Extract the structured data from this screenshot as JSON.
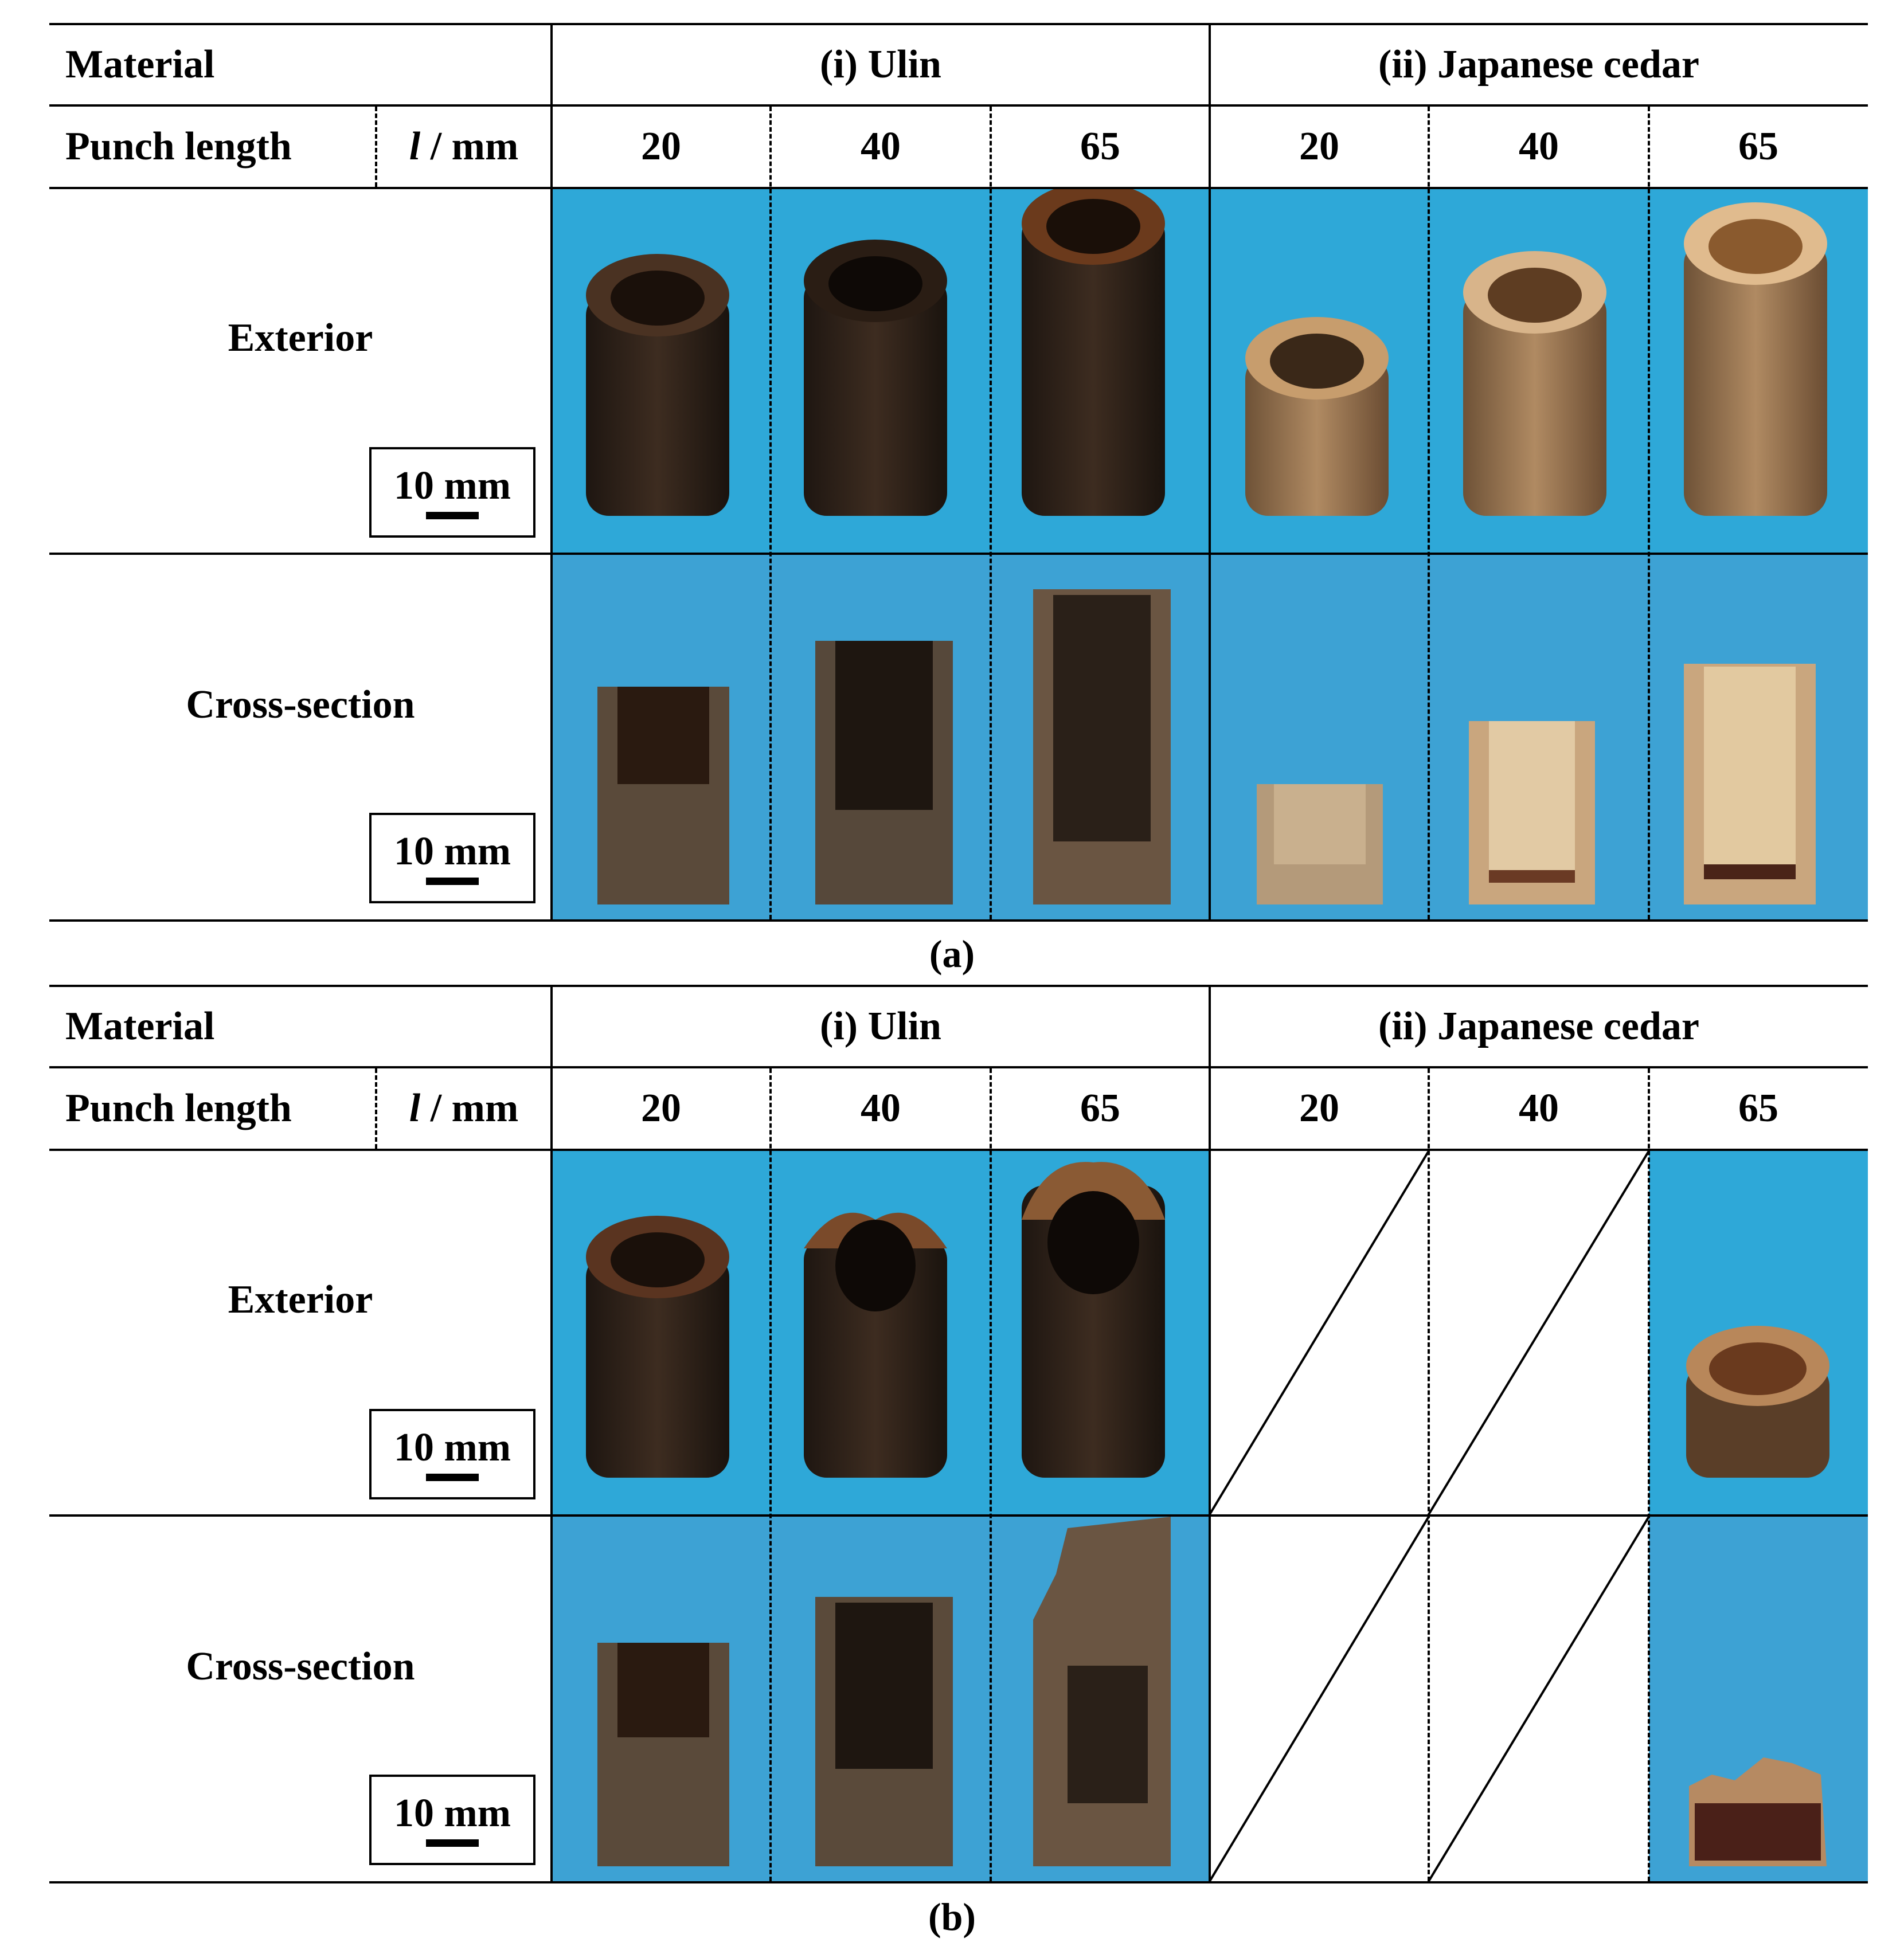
{
  "panels": [
    {
      "id": "a",
      "caption": "(a)",
      "header": {
        "material_label": "Material",
        "punch_length_label": "Punch length",
        "unit_symbol": "l",
        "unit_suffix": "/ mm",
        "groups": [
          "(i) Ulin",
          "(ii) Japanese cedar"
        ],
        "columns": [
          "20",
          "40",
          "65",
          "20",
          "40",
          "65"
        ]
      },
      "rows": [
        {
          "label": "Exterior",
          "scale": "10 mm"
        },
        {
          "label": "Cross-section",
          "scale": "10 mm"
        }
      ]
    },
    {
      "id": "b",
      "caption": "(b)",
      "header": {
        "material_label": "Material",
        "punch_length_label": "Punch length",
        "unit_symbol": "l",
        "unit_suffix": "/ mm",
        "groups": [
          "(i) Ulin",
          "(ii) Japanese cedar"
        ],
        "columns": [
          "20",
          "40",
          "65",
          "20",
          "40",
          "65"
        ]
      },
      "rows": [
        {
          "label": "Exterior",
          "scale": "10 mm"
        },
        {
          "label": "Cross-section",
          "scale": "10 mm"
        }
      ],
      "empty_cells": [
        "cedar-20",
        "cedar-40"
      ]
    }
  ],
  "colors": {
    "photo_background": "#2ea8d8",
    "ulin_wood": "#3a2a1e",
    "cedar_wood": "#a07a52",
    "line": "#000000"
  }
}
